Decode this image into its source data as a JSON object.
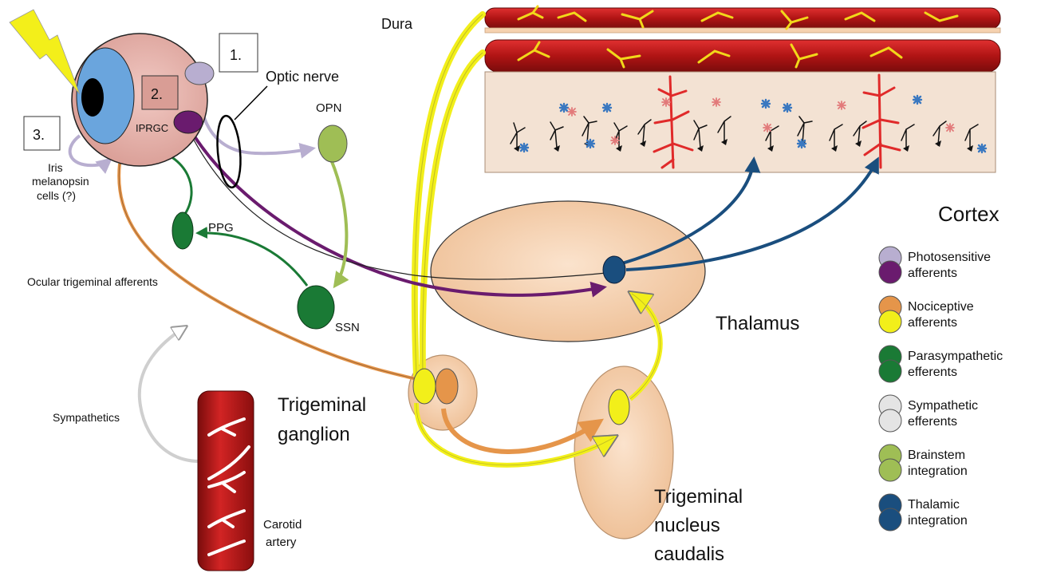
{
  "labels": {
    "dura": "Dura",
    "cortex": "Cortex",
    "thalamus": "Thalamus",
    "optic_nerve": "Optic nerve",
    "opn": "OPN",
    "ppg": "PPG",
    "ssn": "SSN",
    "iprgc": "IPRGC",
    "iris_line1": "Iris",
    "iris_line2": "melanopsin",
    "iris_line3": "cells (?)",
    "ocular_trigeminal": "Ocular trigeminal afferents",
    "sympathetics": "Sympathetics",
    "carotid_line1": "Carotid",
    "carotid_line2": "artery",
    "trigeminal_ganglion_line1": "Trigeminal",
    "trigeminal_ganglion_line2": "ganglion",
    "tnc_line1": "Trigeminal",
    "tnc_line2": "nucleus",
    "tnc_line3": "caudalis"
  },
  "boxes": [
    {
      "id": "box-1",
      "label": "1."
    },
    {
      "id": "box-2",
      "label": "2."
    },
    {
      "id": "box-3",
      "label": "3."
    }
  ],
  "legend": [
    {
      "line1": "Photosensitive",
      "line2": "afferents",
      "color_a": "#b8aed0",
      "color_b": "#6a1b6e"
    },
    {
      "line1": "Nociceptive",
      "line2": "afferents",
      "color_a": "#e5954a",
      "color_b": "#f2ef1a"
    },
    {
      "line1": "Parasympathetic",
      "line2": "efferents",
      "color_a": "#1a7a35",
      "color_b": "#1a7a35"
    },
    {
      "line1": "Sympathetic",
      "line2": "efferents",
      "color_a": "#e4e4e4",
      "color_b": "#e4e4e4"
    },
    {
      "line1": "Brainstem",
      "line2": "integration",
      "color_a": "#9fbe55",
      "color_b": "#9fbe55"
    },
    {
      "line1": "Thalamic",
      "line2": "integration",
      "color_a": "#1a4e7e",
      "color_b": "#1a4e7e"
    }
  ],
  "colors": {
    "photosensitive_light": "#b8aed0",
    "photosensitive_dark": "#6a1b6e",
    "nociceptive_orange": "#e5954a",
    "nociceptive_yellow": "#f2ef1a",
    "parasympathetic": "#1a7a35",
    "sympathetic": "#e4e4e4",
    "brainstem": "#9fbe55",
    "thalamic": "#1a4e7e",
    "vessel_red": "#c91d1d",
    "peach": "#f6d2b0"
  }
}
